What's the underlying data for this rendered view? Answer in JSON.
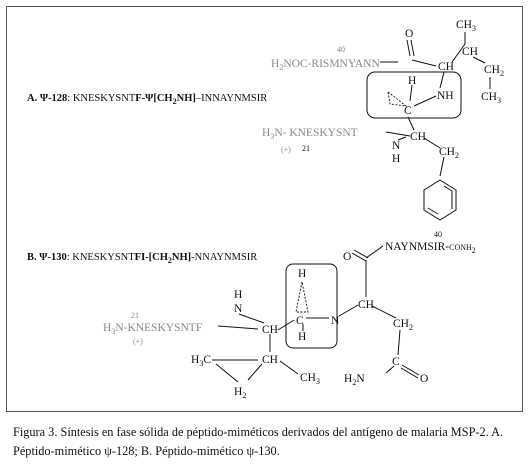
{
  "schemeA": {
    "label_prefix": "A. Ψ-128",
    "label_sep": ": KNESKYSNT",
    "label_bold": "F-Ψ[CH",
    "label_bold_sub": "2",
    "label_bold_end": "NH]",
    "label_rest": "–INNAYNMSIR",
    "top_fragment": "H",
    "top_fragment_sub": "2",
    "top_fragment_rest": "NOC-RISMNYANN",
    "top_index": "40",
    "bottom_fragment_h": "H",
    "bottom_fragment_sub": "3",
    "bottom_fragment_rest": "N- KNESKYSNT",
    "charge": "(+)",
    "bottom_index": "21",
    "atoms": {
      "ch3_top": "CH",
      "ch3_top_sub": "3",
      "ch_iso": "CH",
      "ch2_side": "CH",
      "ch2_side_sub": "2",
      "ch3_side": "CH",
      "ch3_side_sub": "3",
      "o": "O",
      "ch_upper": "CH",
      "h_box": "H",
      "c_box": "C",
      "nh_box": "NH",
      "ch_lower": "CH",
      "n_lower": "N",
      "h_lower": "H",
      "ch2_benzyl": "CH",
      "ch2_benzyl_sub": "2"
    }
  },
  "schemeB": {
    "label_prefix": "B. Ψ-130",
    "label_sep": ": KNESKYSNT",
    "label_bold": "FI-[CH",
    "label_bold_sub": "2",
    "label_bold_end": "NH]",
    "label_rest": "-NNAYNMSIR",
    "top_fragment": "NAYNMSIR-",
    "top_fragment_small": "CONH",
    "top_fragment_small_sub": "2",
    "top_index": "40",
    "left_fragment_h": "H",
    "left_fragment_sub": "3",
    "left_fragment_rest": "N-KNESKYSNTF",
    "left_index": "21",
    "charge": "(+)",
    "atoms": {
      "o_top": "O",
      "h_nh": "H",
      "n_nh": "N",
      "ch_left": "CH",
      "h_box_top": "H",
      "c_box": "C",
      "h_box_bot": "H",
      "n_right": "N",
      "ch_right": "CH",
      "ch2_right": "CH",
      "ch2_right_sub": "2",
      "h3c": "H",
      "h3c_sub": "3",
      "h3c_c": "C",
      "ch_mid": "CH",
      "ch3_mid": "CH",
      "ch3_mid_sub": "3",
      "h2_bot": "H",
      "h2_bot_sub": "2",
      "h2n": "H",
      "h2n_sub": "2",
      "h2n_n": "N",
      "c_amide": "C",
      "o_amide": "O"
    }
  },
  "caption": {
    "text": "Figura 3. Síntesis en fase sólida de péptido-miméticos derivados del antígeno de malaria MSP-2. A. Péptido-mimético ψ-128; B. Péptido-mimético ψ-130."
  }
}
